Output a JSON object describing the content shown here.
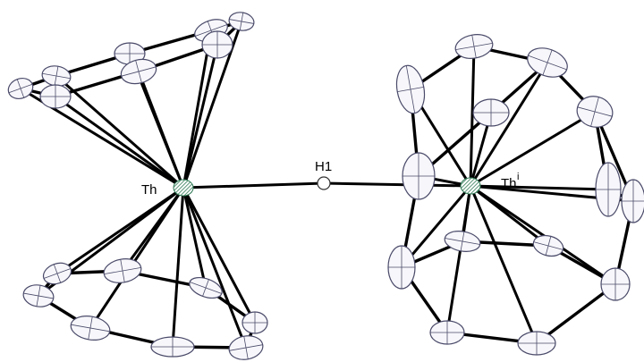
{
  "labels": {
    "th_left": "Th",
    "hydride": "H1",
    "th_right": "Th",
    "th_right_superscript": "i"
  },
  "colors": {
    "bond": "#000000",
    "ellipsoid_stroke": "#4a4a6a",
    "ellipsoid_fill": "#f7f7fb",
    "thorium_shading": "#2f7a55",
    "hydride_fill": "#ffffff"
  }
}
